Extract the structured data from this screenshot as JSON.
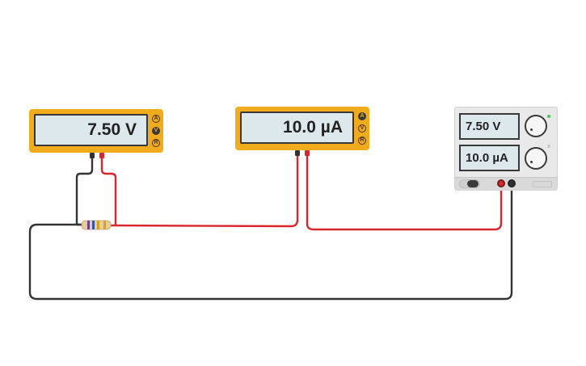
{
  "voltmeter": {
    "reading": "7.50 V",
    "modes": [
      "A",
      "V",
      "R"
    ],
    "active_mode": "V"
  },
  "ammeter": {
    "reading": "10.0 µA",
    "modes": [
      "A",
      "V",
      "R"
    ],
    "active_mode": "A"
  },
  "power_supply": {
    "voltage_display": "7.50 V",
    "current_display": "10.0 µA"
  },
  "colors": {
    "meter_body": "#f1ac1e",
    "wire_red": "#d9262c",
    "wire_black": "#333333",
    "display_bg": "#dde8ec"
  }
}
